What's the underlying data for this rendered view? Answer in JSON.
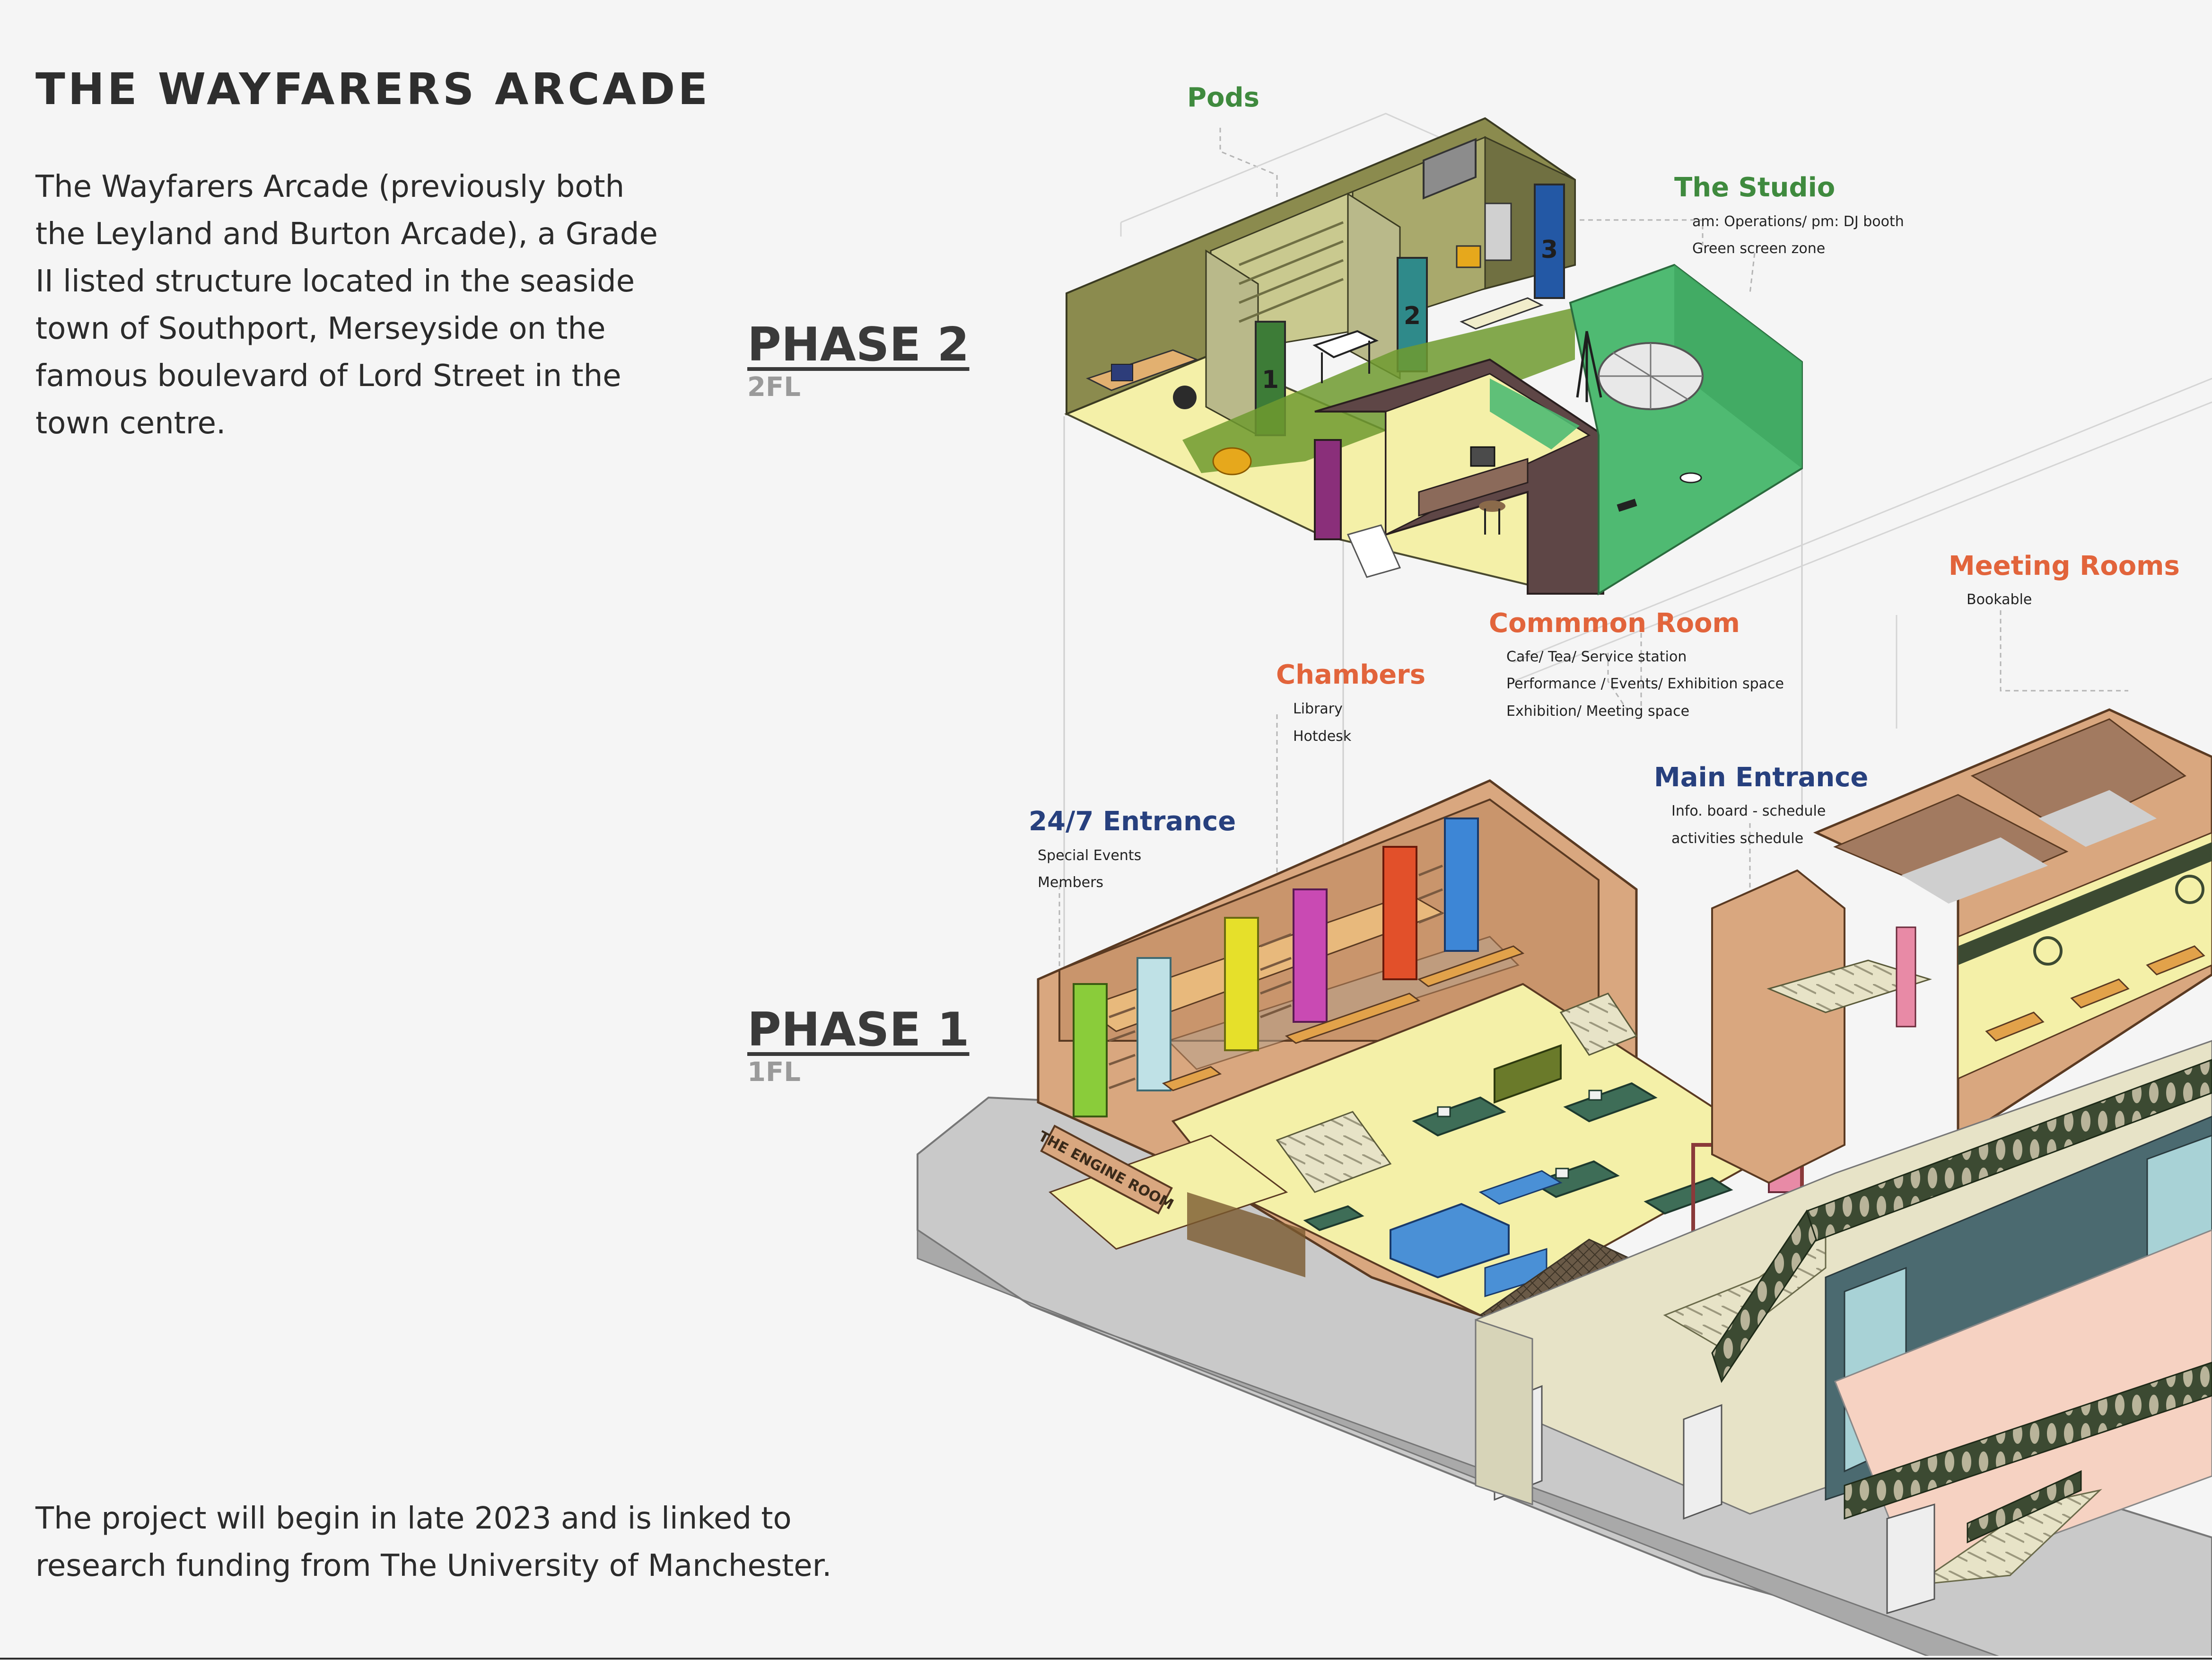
{
  "title": "THE WAYFARERS ARCADE",
  "intro": "The Wayfarers Arcade (previously both the Leyland and Burton Arcade), a Grade II listed structure located in the seaside town of Southport, Merseyside on the famous boulevard of Lord Street in the town centre.",
  "outro": "The project will begin in late 2023 and is linked to research funding from The University of Manchester.",
  "phases": [
    {
      "title": "PHASE 2",
      "floor": "2FL"
    },
    {
      "title": "PHASE 1",
      "floor": "1FL"
    }
  ],
  "labels": {
    "pods": {
      "title": "Pods",
      "color": "#3f8a3e"
    },
    "studio": {
      "title": "The Studio",
      "lines": [
        "am: Operations/ pm: DJ booth",
        "Green screen zone"
      ],
      "color": "#3f8a3e"
    },
    "meeting": {
      "title": "Meeting Rooms",
      "lines": [
        "Bookable"
      ],
      "color": "#e2643b"
    },
    "common": {
      "title": "Commmon Room",
      "lines": [
        "Cafe/ Tea/ Service station",
        "Performance / Events/ Exhibition space",
        "Exhibition/ Meeting space"
      ],
      "color": "#e2643b"
    },
    "chambers": {
      "title": "Chambers",
      "lines": [
        "Library",
        "Hotdesk"
      ],
      "color": "#e2643b"
    },
    "main_entrance": {
      "title": "Main Entrance",
      "lines": [
        "Info. board - schedule",
        "activities schedule"
      ],
      "color": "#27407e"
    },
    "entrance247": {
      "title": "24/7 Entrance",
      "lines": [
        "Special Events",
        "Members"
      ],
      "color": "#27407e"
    }
  },
  "signs": {
    "pod1": "1",
    "pod2": "2",
    "pod3": "3",
    "engine_room": "THE ENGINE ROOM"
  },
  "colors": {
    "background": "#f5f5f5",
    "floor_yellow": "#f4f0a8",
    "wall_tan": "#d9a77f",
    "green_screen": "#4fba72",
    "pod_olive": "#8b8b4e",
    "common_brown": "#5e4646",
    "railing_green": "#3c4a32",
    "street_grey": "#c9c9c9"
  }
}
